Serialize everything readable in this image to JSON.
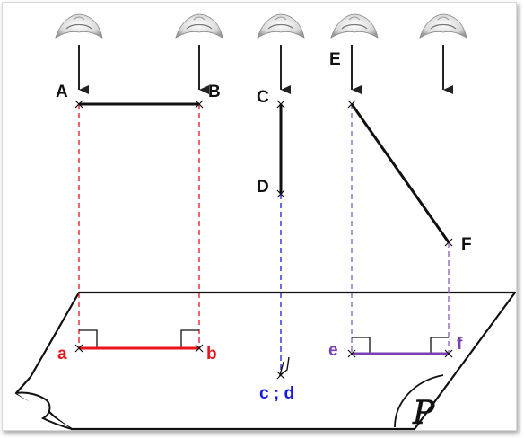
{
  "points": {
    "A": "A",
    "B": "B",
    "C": "C",
    "D": "D",
    "E": "E",
    "F": "F",
    "a": "a",
    "b": "b",
    "cd": "c ; d",
    "e": "e",
    "f": "f"
  },
  "plane_label": "P",
  "colors": {
    "ab_projection": "#e8131b",
    "cd_projection": "#1a1adf",
    "ef_projection": "#7a3fb0",
    "ab_dashes": "#e8131b",
    "cd_dashes": "#1a1adf",
    "ef_dashes": "#8a5cc0",
    "segments": "#111111",
    "label_a": "#e8131b",
    "label_b": "#e8131b",
    "label_cd": "#1a1adf",
    "label_e": "#7a3fb0",
    "label_f": "#7a3fb0"
  },
  "icons": [
    "eye-icon",
    "eye-icon",
    "eye-icon",
    "eye-icon",
    "eye-icon",
    "arrow-down-icon"
  ]
}
